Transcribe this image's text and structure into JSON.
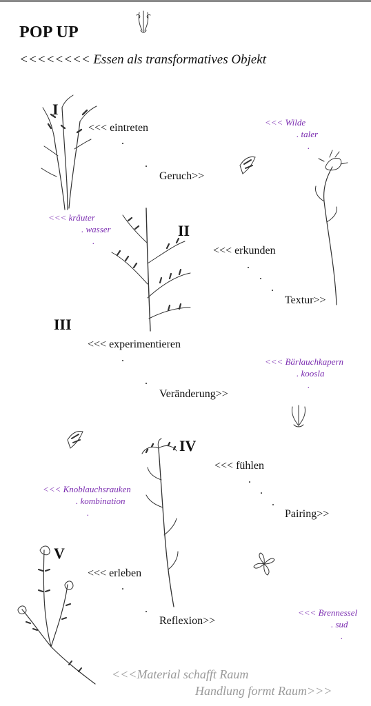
{
  "header": {
    "title": "POP UP",
    "subtitle": "<<<<<<<< Essen als transformatives Objekt"
  },
  "stations": [
    {
      "numeral": "I",
      "action": "<<< eintreten",
      "dot": ".",
      "result": "Geruch>>"
    },
    {
      "numeral": "II",
      "action": "<<< erkunden",
      "dot": ".",
      "result": "Textur>>"
    },
    {
      "numeral": "III",
      "action": "<<< experimentieren",
      "dot": ".",
      "result": "Veränderung>>"
    },
    {
      "numeral": "IV",
      "action": "<<< fühlen",
      "dot": ".",
      "result": "Pairing>>"
    },
    {
      "numeral": "V",
      "action": "<<< erleben",
      "dot": ".",
      "result": "Reflexion>>"
    }
  ],
  "recipes": [
    {
      "line1": "<<< Wilde",
      "line2": ". taler",
      "line3": "."
    },
    {
      "line1": "<<< kräuter",
      "line2": ". wasser",
      "line3": "."
    },
    {
      "line1": "<<< Bärlauchkapern",
      "line2": ". koosla",
      "line3": "."
    },
    {
      "line1": "<<< Knoblauchsrauken",
      "line2": ". kombination",
      "line3": "."
    },
    {
      "line1": "<<< Brennessel",
      "line2": ". sud",
      "line3": "."
    }
  ],
  "footer": {
    "line1": "<<<Material schafft Raum",
    "line2": "Handlung formt Raum>>>"
  },
  "illustrations": [
    "dried-herb-sprig-icon",
    "wildflower-stem-icon",
    "vetch-sprig-icon",
    "small-flower-icon",
    "garlic-mustard-stem-icon",
    "thyme-plant-icon"
  ],
  "colors": {
    "recipe_text": "#7a2bb0",
    "footer_text": "#9a9a9a",
    "body_text": "#111111"
  }
}
